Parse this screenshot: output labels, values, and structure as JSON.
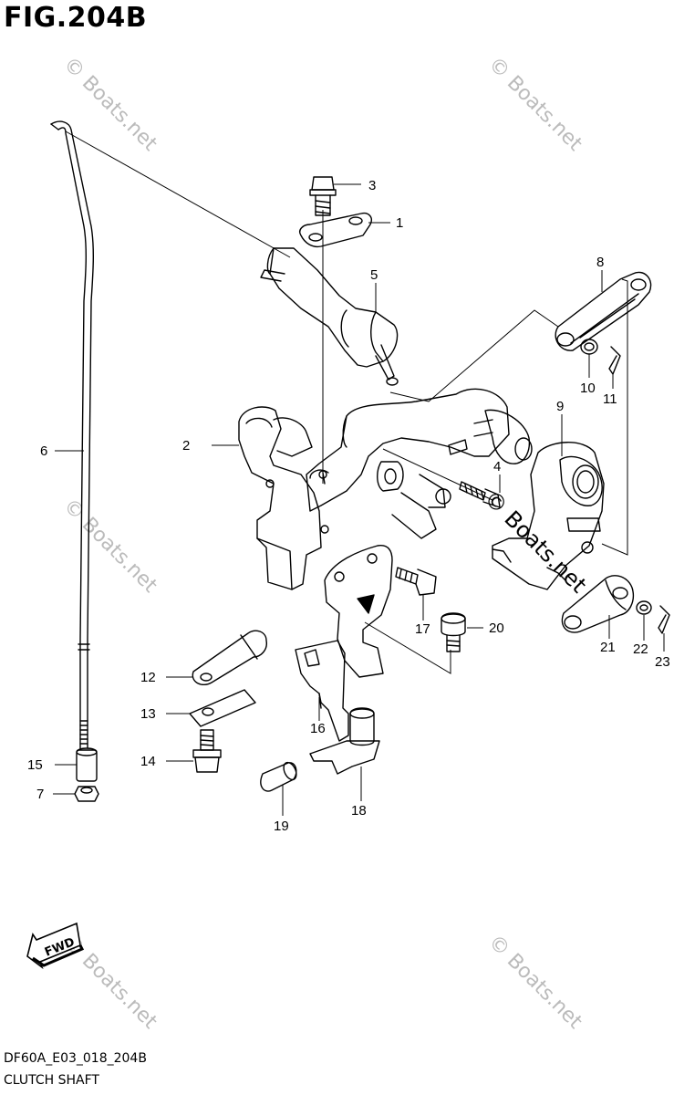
{
  "figure_title": "FIG.204B",
  "model_code": "DF60A_E03_018_204B",
  "diagram_name": "CLUTCH SHAFT",
  "fwd_label": "FWD",
  "watermark": "© Boats.net",
  "callouts": {
    "c1": "1",
    "c2": "2",
    "c3": "3",
    "c4": "4",
    "c5": "5",
    "c6": "6",
    "c7": "7",
    "c8": "8",
    "c9": "9",
    "c10": "10",
    "c11": "11",
    "c12": "12",
    "c13": "13",
    "c14": "14",
    "c15": "15",
    "c16": "16",
    "c17": "17",
    "c18": "18",
    "c19": "19",
    "c20": "20",
    "c21": "21",
    "c22": "22",
    "c23": "23"
  },
  "colors": {
    "line": "#000000",
    "watermark": "#bbbbbb"
  }
}
